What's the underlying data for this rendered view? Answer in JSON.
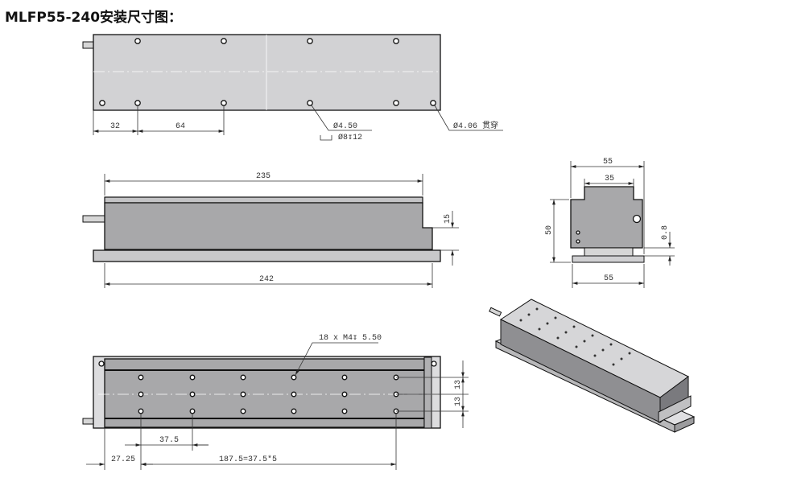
{
  "title": "MLFP55-240安装尺寸图：",
  "top_view": {
    "dim_left": "32",
    "dim_pitch": "64",
    "hole_a": "Ø4.50",
    "hole_a_cbore": "Ø8↧12",
    "hole_b": "Ø4.06 贯穿"
  },
  "side_view": {
    "dim_top": "235",
    "dim_bottom": "242",
    "dim_step": "15"
  },
  "end_view": {
    "dim_width_top": "55",
    "dim_inner": "35",
    "dim_height": "50",
    "dim_gap": "0.8",
    "dim_width_bottom": "55"
  },
  "bottom_view": {
    "holes_note": "18 x M4↧ 5.50",
    "dim_pitch": "37.5",
    "dim_offset": "27.25",
    "dim_span": "187.5=37.5*5",
    "dim_row_1": "13",
    "dim_row_2": "13"
  }
}
